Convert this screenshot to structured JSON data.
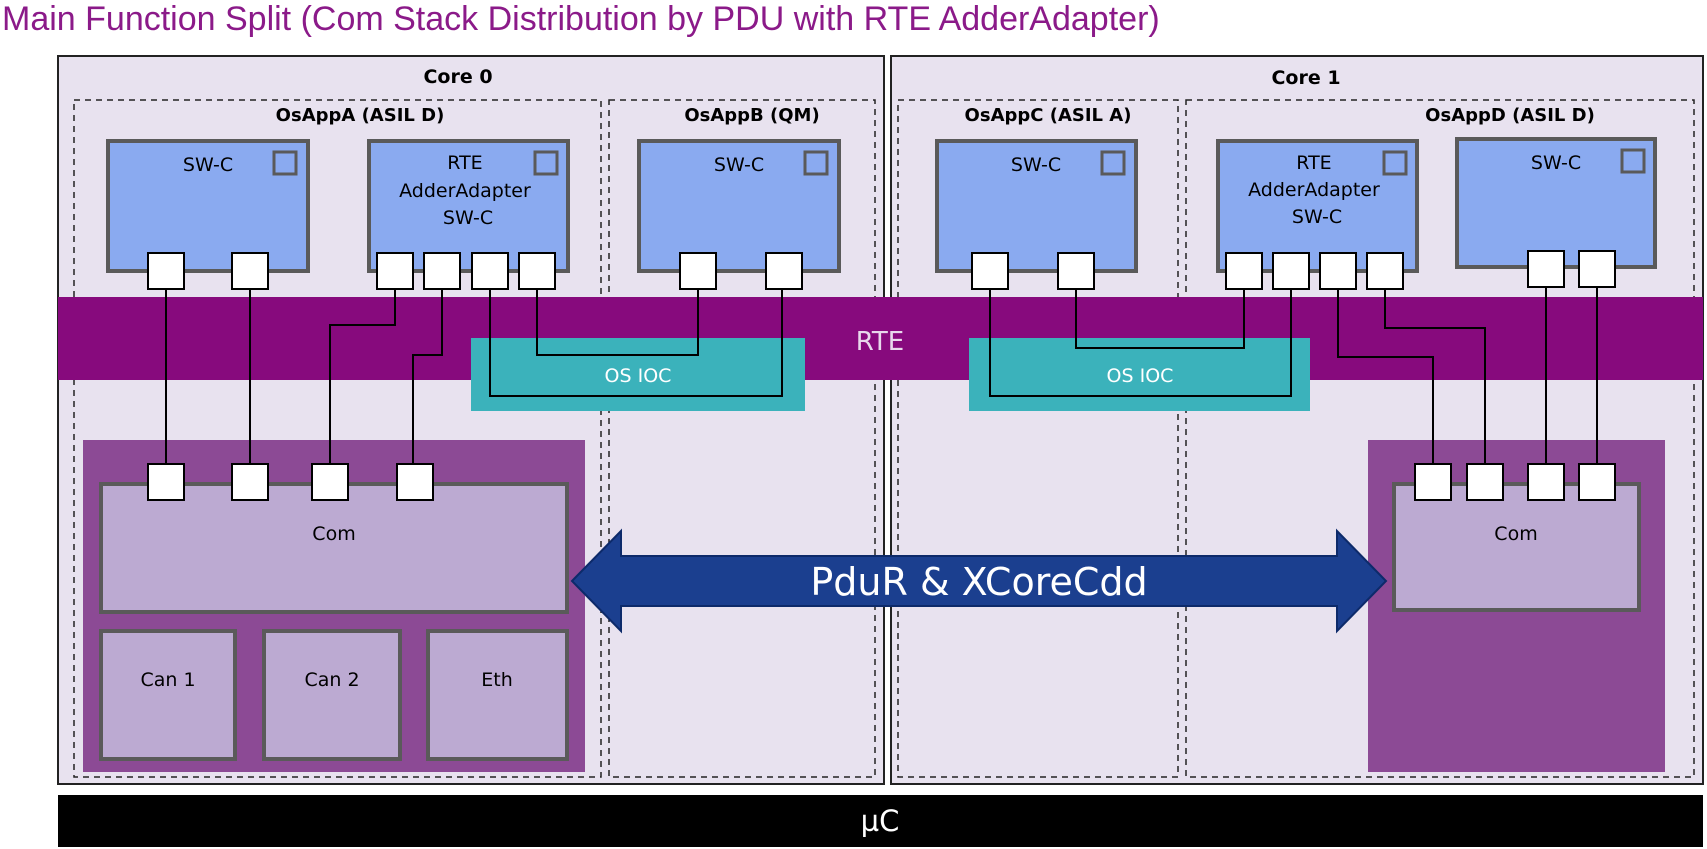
{
  "title": "Main Function Split (Com Stack Distribution by PDU with RTE AdderAdapter)",
  "colors": {
    "title": "#8b1a89",
    "core_bg": "#e8e2ef",
    "swc_fill": "#8aaaf0",
    "swc_stroke": "#5a5a5a",
    "rte_band": "#870a7d",
    "ioc": "#3bb2bb",
    "bsw_region": "#8c4a95",
    "bsw_box": "#bcaad2",
    "arrow": "#1b3f8f",
    "mcu": "#000000"
  },
  "cores": [
    {
      "label": "Core 0"
    },
    {
      "label": "Core 1"
    }
  ],
  "osapps": [
    {
      "label": "OsAppA (ASIL D)"
    },
    {
      "label": "OsAppB (QM)"
    },
    {
      "label": "OsAppC (ASIL A)"
    },
    {
      "label": "OsAppD (ASIL D)"
    }
  ],
  "swcs": [
    {
      "label_lines": [
        "SW-C"
      ]
    },
    {
      "label_lines": [
        "RTE",
        "AdderAdapter",
        "SW-C"
      ]
    },
    {
      "label_lines": [
        "SW-C"
      ]
    },
    {
      "label_lines": [
        "SW-C"
      ]
    },
    {
      "label_lines": [
        "RTE",
        "AdderAdapter",
        "SW-C"
      ]
    },
    {
      "label_lines": [
        "SW-C"
      ]
    }
  ],
  "rte": {
    "label": "RTE"
  },
  "ioc_left": {
    "label": "OS IOC"
  },
  "ioc_right": {
    "label": "OS IOC"
  },
  "com_left": {
    "label": "Com"
  },
  "com_right": {
    "label": "Com"
  },
  "drivers": [
    {
      "label": "Can 1"
    },
    {
      "label": "Can 2"
    },
    {
      "label": "Eth"
    }
  ],
  "arrow": {
    "label": "PduR & XCoreCdd"
  },
  "mcu": {
    "label": "µC"
  }
}
